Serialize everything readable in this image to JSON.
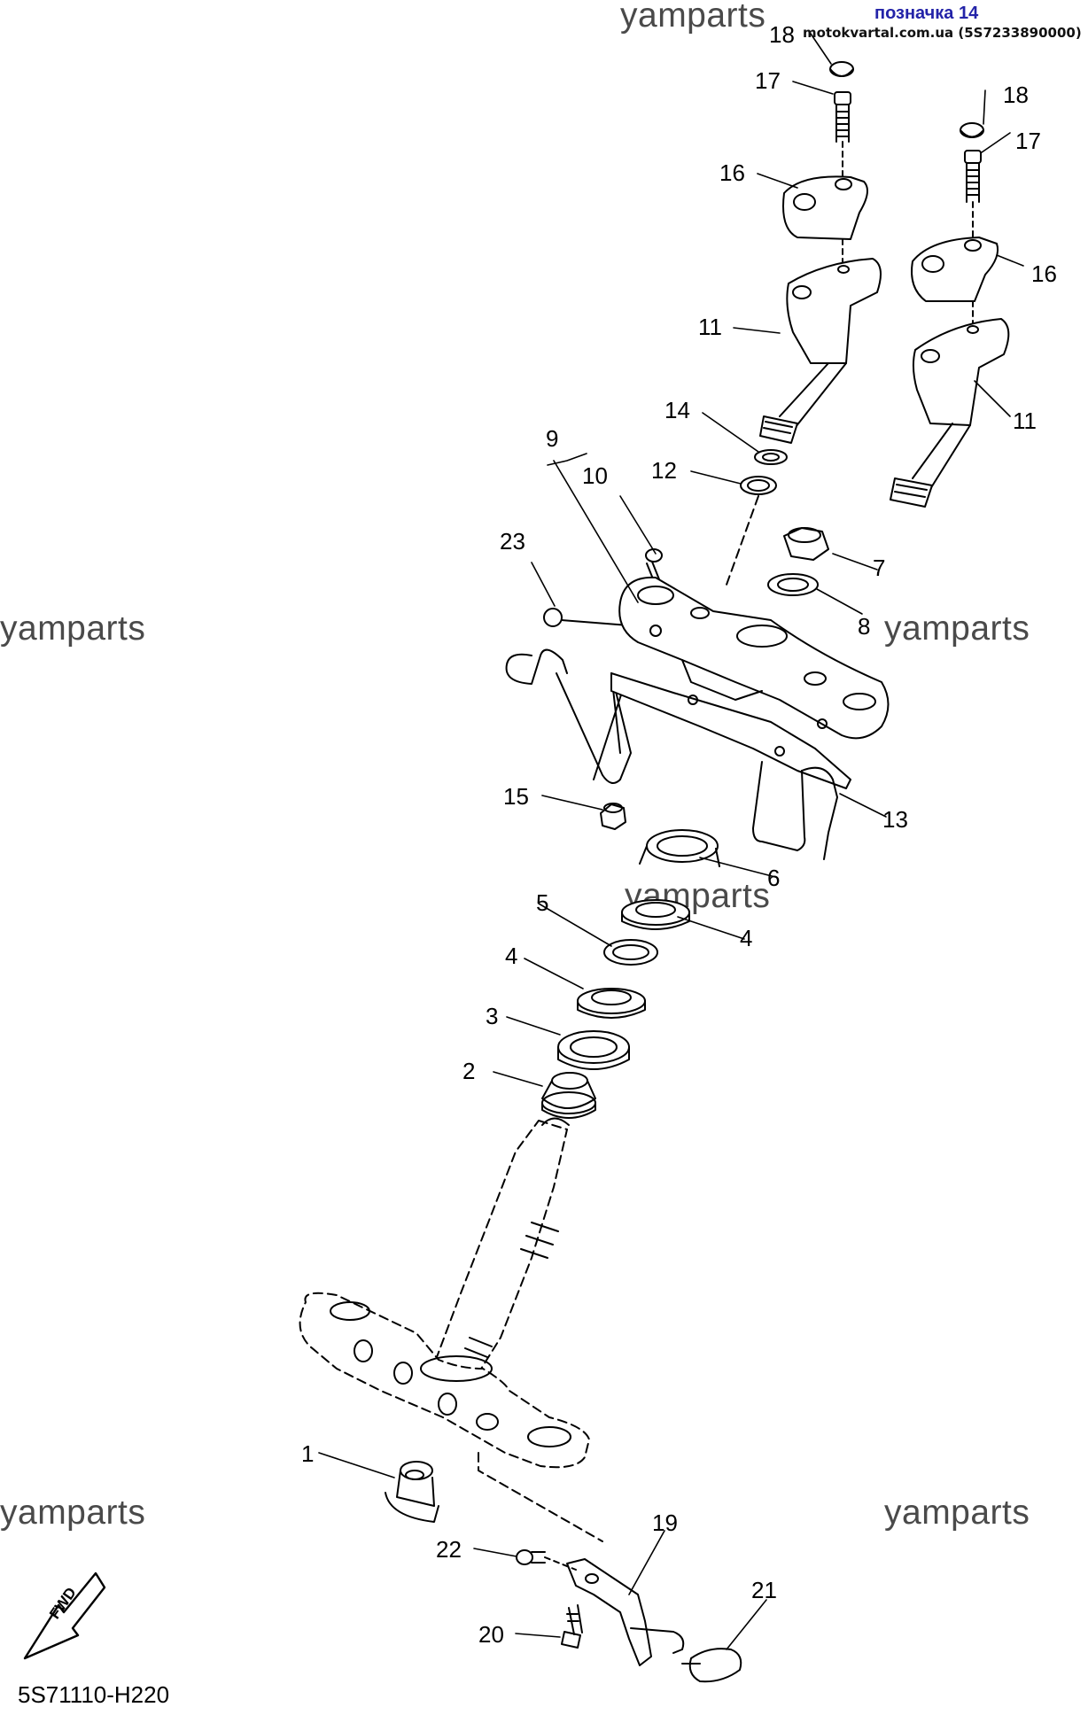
{
  "header": {
    "watermark_top": "yamparts",
    "tag": "позначка 14",
    "site": "motokvartal.com.ua (5S7233890000)"
  },
  "watermarks": [
    "yamparts",
    "yamparts",
    "yamparts",
    "yamparts",
    "yamparts"
  ],
  "callouts": [
    "1",
    "2",
    "3",
    "4",
    "4",
    "5",
    "6",
    "7",
    "8",
    "9",
    "10",
    "11",
    "11",
    "12",
    "13",
    "14",
    "15",
    "16",
    "16",
    "17",
    "17",
    "18",
    "18",
    "19",
    "20",
    "21",
    "22",
    "23"
  ],
  "fwd_label": "FWD",
  "diagram_code": "5S71110-H220"
}
